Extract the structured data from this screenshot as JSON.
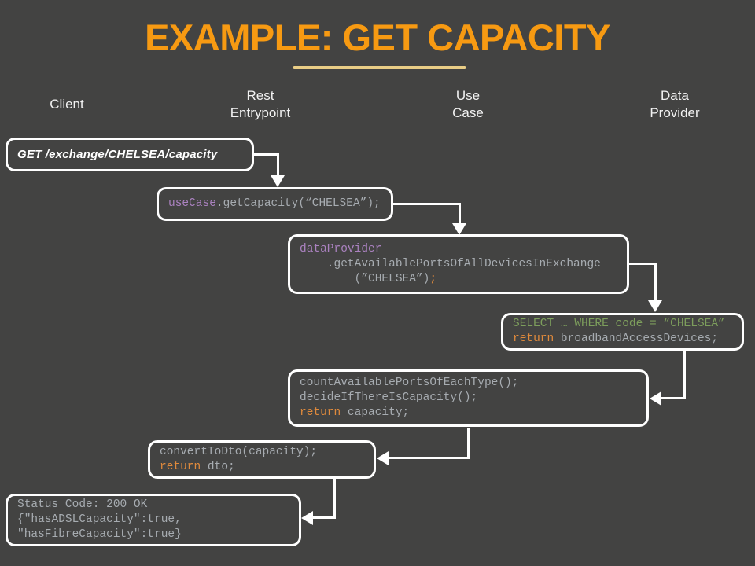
{
  "slide": {
    "title": "EXAMPLE: GET CAPACITY",
    "background_color": "#434342",
    "title_color": "#f79a12",
    "underline_color": "#e9cd86",
    "border_color": "#ffffff",
    "code_text_color": "#a7acb1",
    "keyword_purple": "#ab82c0",
    "keyword_orange": "#e08a3c",
    "keyword_green": "#7d9e5c"
  },
  "columns": [
    {
      "label": "Client"
    },
    {
      "label": "Rest\nEntrypoint"
    },
    {
      "label": "Use\nCase"
    },
    {
      "label": "Data\nProvider"
    }
  ],
  "messages": [
    {
      "name": "client-request",
      "lines": [
        [
          {
            "text": "GET /exchange/CHELSEA/capacity",
            "color": "white"
          }
        ]
      ]
    },
    {
      "name": "rest-entrypoint-call",
      "lines": [
        [
          {
            "text": "useCase",
            "color": "purple"
          },
          {
            "text": ".getCapacity(“CHELSEA”);",
            "color": "gray"
          }
        ]
      ]
    },
    {
      "name": "use-case-call",
      "lines": [
        [
          {
            "text": "dataProvider",
            "color": "purple"
          }
        ],
        [
          {
            "text": "    .getAvailablePortsOfAllDevicesInExchange",
            "color": "gray"
          }
        ],
        [
          {
            "text": "        (”CHELSEA”)",
            "color": "gray"
          },
          {
            "text": ";",
            "color": "orange"
          }
        ]
      ]
    },
    {
      "name": "data-provider-query",
      "lines": [
        [
          {
            "text": "SELECT … WHERE code = “CHELSEA”",
            "color": "green"
          }
        ],
        [
          {
            "text": "return",
            "color": "orange"
          },
          {
            "text": " broadbandAccessDevices;",
            "color": "gray"
          }
        ]
      ]
    },
    {
      "name": "use-case-logic",
      "lines": [
        [
          {
            "text": "countAvailablePortsOfEachType();",
            "color": "gray"
          }
        ],
        [
          {
            "text": "decideIfThereIsCapacity();",
            "color": "gray"
          }
        ],
        [
          {
            "text": "return",
            "color": "orange"
          },
          {
            "text": " capacity;",
            "color": "gray"
          }
        ]
      ]
    },
    {
      "name": "rest-entrypoint-convert",
      "lines": [
        [
          {
            "text": "convertToDto(capacity);",
            "color": "gray"
          }
        ],
        [
          {
            "text": "return",
            "color": "orange"
          },
          {
            "text": " dto;",
            "color": "gray"
          }
        ]
      ]
    },
    {
      "name": "client-response",
      "lines": [
        [
          {
            "text": "Status Code: 200 OK",
            "color": "gray"
          }
        ],
        [
          {
            "text": "{\"hasADSLCapacity\":true,",
            "color": "gray"
          }
        ],
        [
          {
            "text": "\"hasFibreCapacity\":true}",
            "color": "gray"
          }
        ]
      ]
    }
  ]
}
